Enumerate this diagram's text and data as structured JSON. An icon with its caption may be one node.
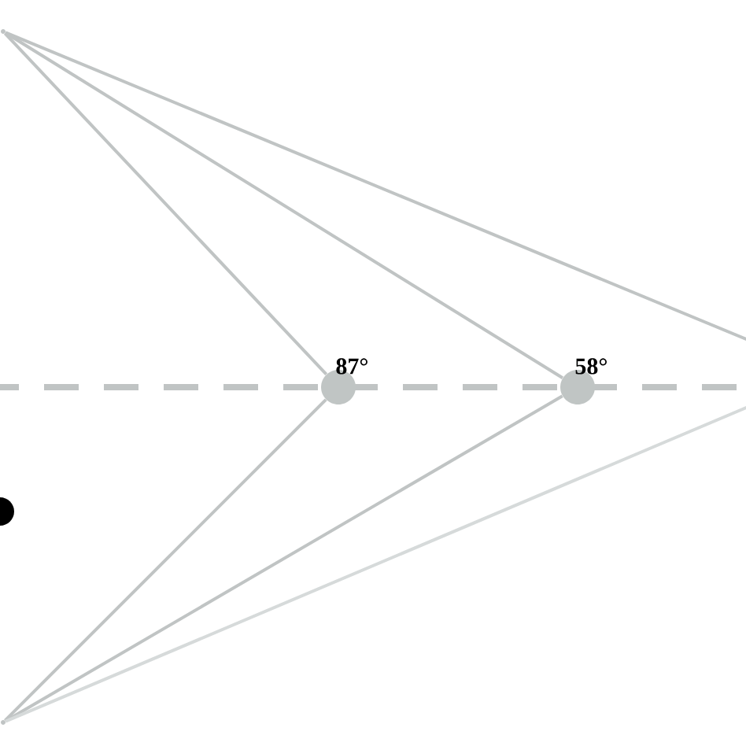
{
  "diagram": {
    "nodes": [
      {
        "text": [],
        "shape": "point"
      },
      {
        "text": [],
        "shape": "circle",
        "beside": [
          "87°"
        ]
      },
      {
        "text": [],
        "shape": "circle",
        "beside": [
          "58°"
        ]
      },
      {
        "text": [],
        "shape": "point"
      },
      {
        "text": [],
        "shape": "circle"
      }
    ],
    "edges": [
      {
        "from": 0,
        "to": 1,
        "arrow": "none"
      },
      {
        "from": 0,
        "to": 2,
        "arrow": "none"
      },
      {
        "from": 0,
        "to": null,
        "arrow": "none"
      },
      {
        "from": 3,
        "to": 1,
        "arrow": "none"
      },
      {
        "from": 3,
        "to": 2,
        "arrow": "none"
      },
      {
        "from": 3,
        "to": null,
        "arrow": "none",
        "color": "#d6dada"
      }
    ]
  }
}
